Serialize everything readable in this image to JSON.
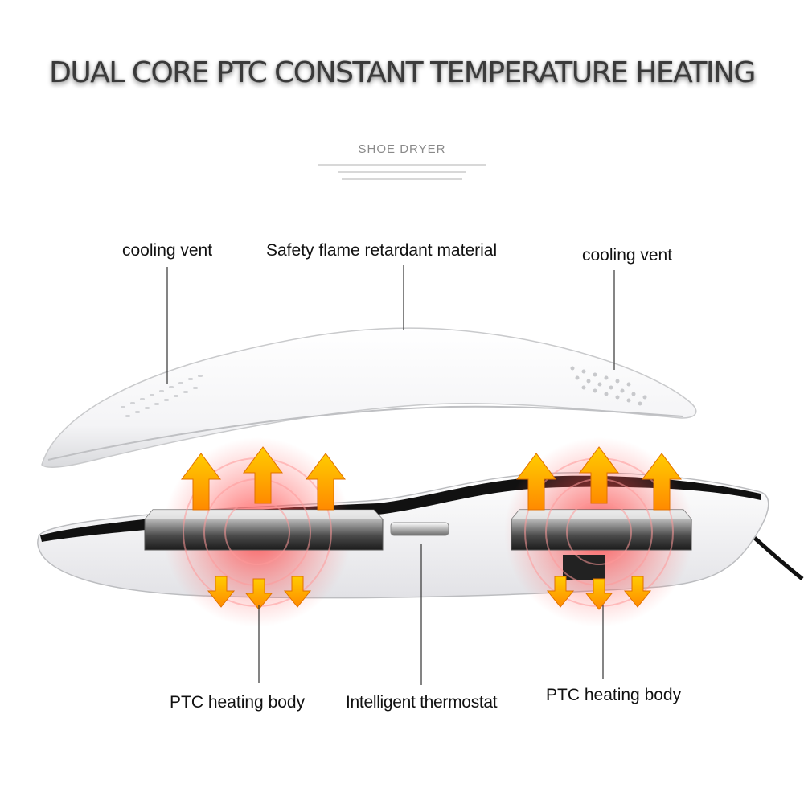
{
  "headline": "DUAL CORE PTC CONSTANT TEMPERATURE HEATING",
  "subtitle": "SHOE DRYER",
  "callouts": {
    "cooling_vent_left": "cooling vent",
    "safety_material": "Safety flame retardant material",
    "cooling_vent_right": "cooling vent",
    "ptc_left": "PTC heating body",
    "thermostat": "Intelligent thermostat",
    "ptc_right": "PTC heating body"
  },
  "colors": {
    "arrow_top": "#ffcc00",
    "arrow_bottom": "#ff8a00",
    "glow": "#ff2a2a",
    "shell": "#ffffff",
    "outline": "#111111"
  },
  "icons": [
    "heat-up-arrow-icon",
    "heat-down-arrow-icon",
    "heat-glow-icon"
  ]
}
